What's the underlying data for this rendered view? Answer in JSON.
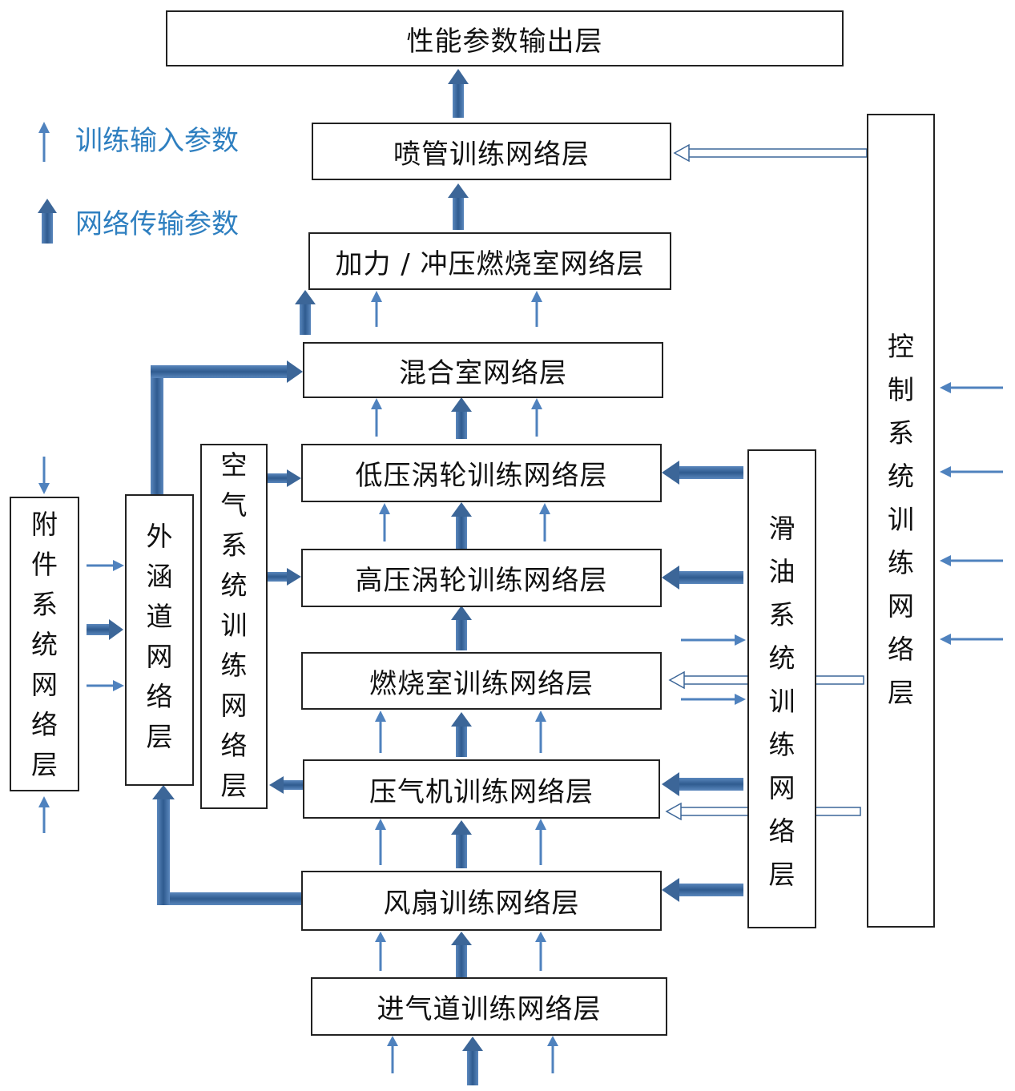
{
  "layers": {
    "output": "性能参数输出层",
    "nozzle": "喷管训练网络层",
    "afterburner": "加力 / 冲压燃烧室网络层",
    "mixer": "混合室网络层",
    "lp_turbine": "低压涡轮训练网络层",
    "hp_turbine": "高压涡轮训练网络层",
    "combustor": "燃烧室训练网络层",
    "compressor": "压气机训练网络层",
    "fan": "风扇训练网络层",
    "inlet": "进气道训练网络层",
    "accessory": "附件系统网络层",
    "bypass": "外涵道网络层",
    "air_system": "空气系统训练网络层",
    "lube_system": "滑油系统训练网络层",
    "control_system": "控制系统训练网络层"
  },
  "legend": {
    "training_input": "训练输入参数",
    "network_transfer": "网络传输参数"
  },
  "colors": {
    "thin_arrow": "#4f82be",
    "thick_arrow": "#3c6698",
    "legend_text": "#2e7fc0",
    "box_border": "#222222"
  }
}
